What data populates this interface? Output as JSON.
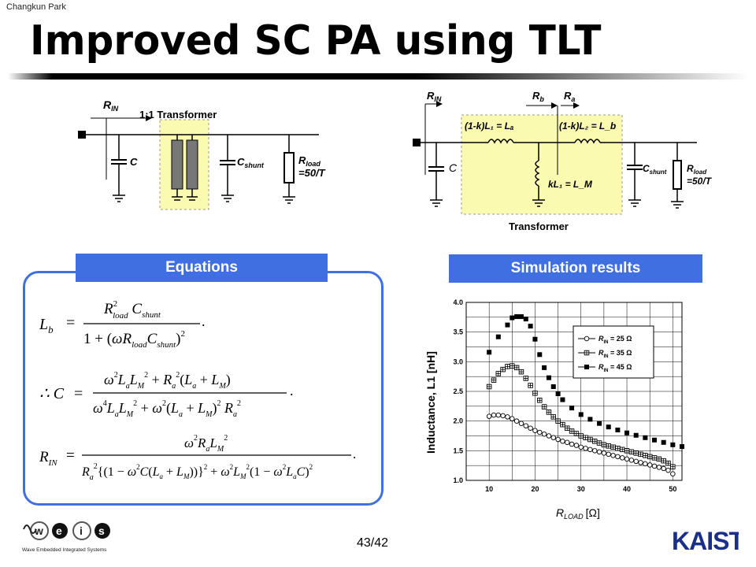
{
  "header": {
    "author": "Changkun Park",
    "title": "Improved SC PA using TLT"
  },
  "circuit_left": {
    "rin": "R",
    "rin_sub": "IN",
    "transformer": "1:1 Transformer",
    "c": "C",
    "cshunt": "C",
    "cshunt_sub": "shunt",
    "rload": "R",
    "rload_sub": "load",
    "rload_val": "=50/T"
  },
  "circuit_right": {
    "rin": "R",
    "rin_sub": "IN",
    "rb": "R",
    "rb_sub": "b",
    "ra": "R",
    "ra_sub": "a",
    "la_eq": "(1-k)L₁ = Lₐ",
    "lb_eq": "(1-k)L₂ = L_b",
    "lm_eq": "kL₁ = L_M",
    "c": "C",
    "cshunt": "C",
    "cshunt_sub": "shunt",
    "rload": "R",
    "rload_sub": "load",
    "rload_val": "=50/T",
    "transformer": "Transformer"
  },
  "equations": {
    "tab": "Equations",
    "eq1_lhs": "L",
    "eq1_lhs_sub": "b",
    "eq2_lhs": "∴ C",
    "eq3_lhs": "R",
    "eq3_lhs_sub": "IN"
  },
  "simulation": {
    "tab": "Simulation results",
    "ylabel": "Inductance, L1 [nH]",
    "xlabel": "R",
    "xlabel_sub": "LOAD",
    "xlabel_unit": "[Ω]"
  },
  "chart_data": {
    "type": "scatter",
    "xlabel": "R_LOAD [Ω]",
    "ylabel": "Inductance, L1 [nH]",
    "xlim": [
      5,
      52
    ],
    "ylim": [
      1.0,
      4.0
    ],
    "xticks": [
      "10",
      "20",
      "30",
      "40",
      "50"
    ],
    "yticks": [
      "1.0",
      "1.5",
      "2.0",
      "2.5",
      "3.0",
      "3.5",
      "4.0"
    ],
    "grid": true,
    "legend_position": "top-right",
    "series": [
      {
        "name": "R_IN = 25 Ω",
        "legend_sub": "IN",
        "legend_val": "= 25",
        "legend_unit": "Ω",
        "marker": "open-circle",
        "x": [
          10,
          11,
          12,
          13,
          14,
          15,
          16,
          17,
          18,
          19,
          20,
          21,
          22,
          23,
          24,
          25,
          26,
          27,
          28,
          29,
          30,
          31,
          32,
          33,
          34,
          35,
          36,
          37,
          38,
          39,
          40,
          41,
          42,
          43,
          44,
          45,
          46,
          47,
          48,
          49,
          50
        ],
        "y": [
          2.08,
          2.1,
          2.1,
          2.09,
          2.07,
          2.04,
          2.0,
          1.96,
          1.92,
          1.88,
          1.84,
          1.81,
          1.78,
          1.75,
          1.72,
          1.69,
          1.66,
          1.64,
          1.61,
          1.59,
          1.56,
          1.54,
          1.52,
          1.5,
          1.48,
          1.46,
          1.44,
          1.42,
          1.4,
          1.38,
          1.36,
          1.34,
          1.32,
          1.3,
          1.28,
          1.26,
          1.24,
          1.22,
          1.2,
          1.17,
          1.11
        ]
      },
      {
        "name": "R_IN = 35 Ω",
        "legend_sub": "IN",
        "legend_val": "= 35",
        "legend_unit": "Ω",
        "marker": "crossed-square",
        "x": [
          10,
          11,
          12,
          13,
          14,
          15,
          16,
          17,
          18,
          19,
          20,
          21,
          22,
          23,
          24,
          25,
          26,
          27,
          28,
          29,
          30,
          31,
          32,
          33,
          34,
          35,
          36,
          37,
          38,
          39,
          40,
          41,
          42,
          43,
          44,
          45,
          46,
          47,
          48,
          49,
          50
        ],
        "y": [
          2.58,
          2.69,
          2.8,
          2.87,
          2.92,
          2.93,
          2.9,
          2.83,
          2.72,
          2.6,
          2.47,
          2.35,
          2.24,
          2.15,
          2.07,
          2.0,
          1.94,
          1.88,
          1.83,
          1.79,
          1.75,
          1.72,
          1.69,
          1.66,
          1.63,
          1.6,
          1.58,
          1.56,
          1.54,
          1.52,
          1.5,
          1.48,
          1.46,
          1.44,
          1.42,
          1.4,
          1.38,
          1.36,
          1.33,
          1.29,
          1.23
        ]
      },
      {
        "name": "R_IN = 45 Ω",
        "legend_sub": "IN",
        "legend_val": "= 45",
        "legend_unit": "Ω",
        "marker": "filled-square",
        "x": [
          10,
          12,
          14,
          15,
          16,
          17,
          18,
          19,
          20,
          21,
          22,
          23,
          24,
          25,
          26,
          28,
          30,
          32,
          34,
          36,
          38,
          40,
          42,
          44,
          46,
          48,
          50,
          52
        ],
        "y": [
          3.16,
          3.42,
          3.62,
          3.74,
          3.76,
          3.76,
          3.72,
          3.6,
          3.38,
          3.12,
          2.9,
          2.73,
          2.58,
          2.46,
          2.36,
          2.22,
          2.11,
          2.03,
          1.96,
          1.9,
          1.85,
          1.8,
          1.76,
          1.72,
          1.68,
          1.64,
          1.6,
          1.57
        ]
      }
    ]
  },
  "footer": {
    "logo_text": "WEIS",
    "logo_tagline": "Wave Embedded Integrated Systems",
    "page": "43/42",
    "brand": "KAIST"
  }
}
